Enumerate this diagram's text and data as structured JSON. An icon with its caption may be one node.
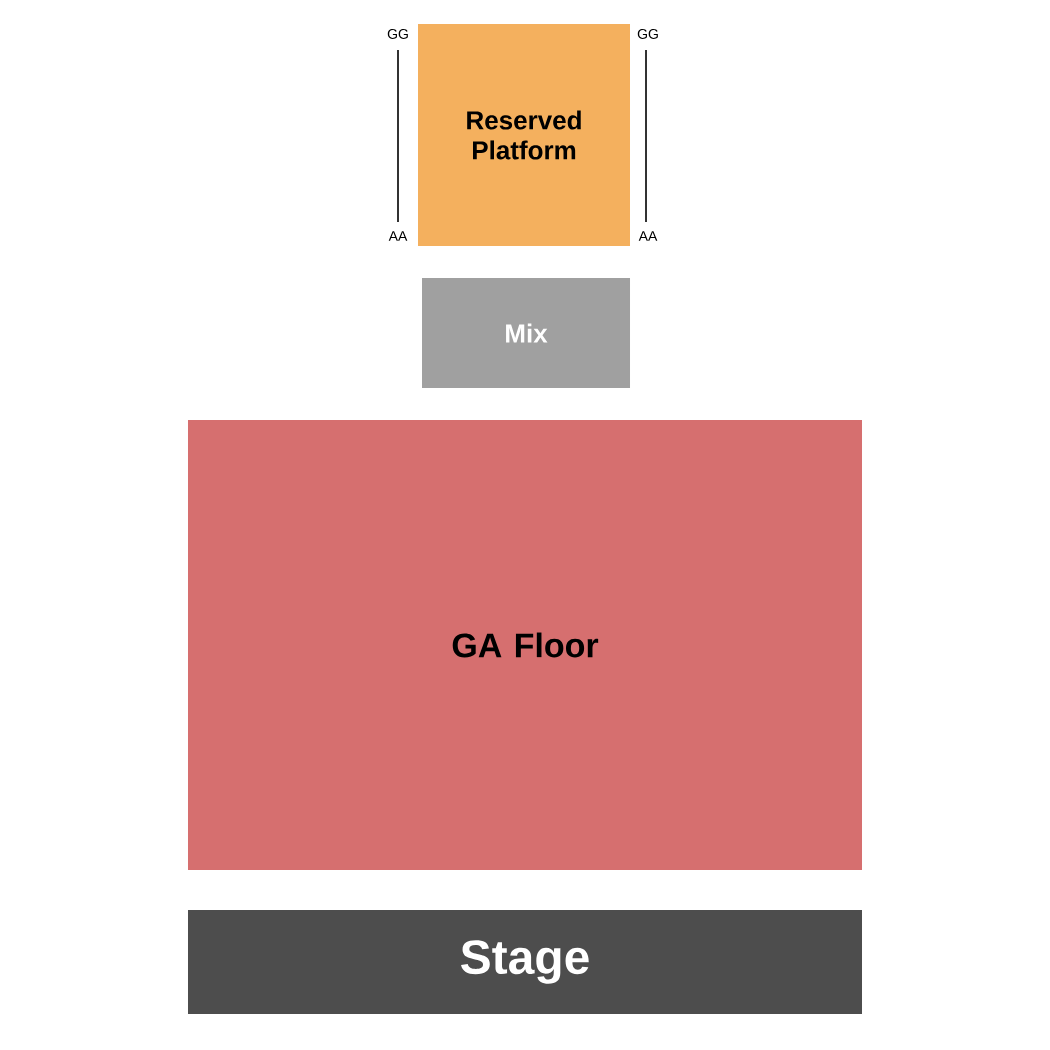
{
  "diagram": {
    "nodes": [
      {
        "text": [
          "Reserved Platform"
        ]
      },
      {
        "text": [
          "Mix"
        ]
      },
      {
        "text": [
          "GA Floor"
        ]
      },
      {
        "text": [
          "Stage"
        ]
      }
    ],
    "labels": [
      "GG",
      "GG",
      "AA",
      "AA"
    ]
  }
}
